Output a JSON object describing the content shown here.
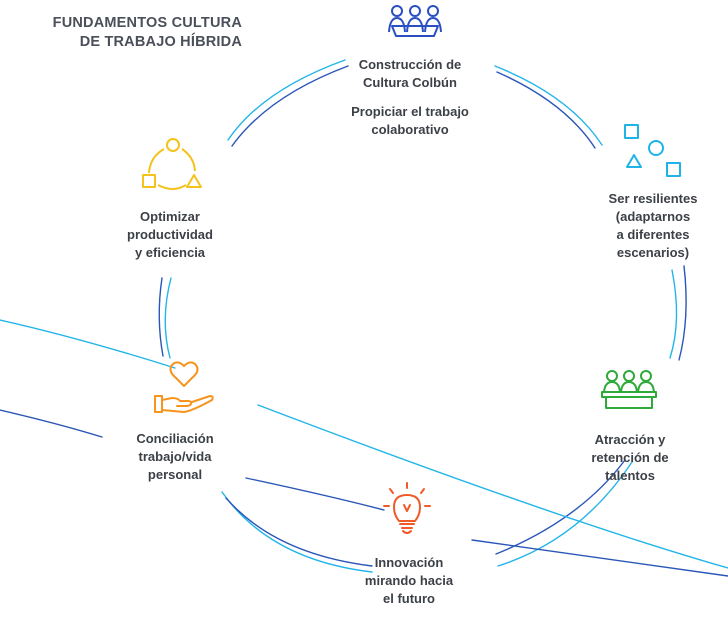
{
  "title": {
    "line1": "FUNDAMENTOS CULTURA",
    "line2": "DE TRABAJO HÍBRIDA"
  },
  "nodes": {
    "construccion": {
      "lines": [
        "Construcción de",
        "Cultura Colbún"
      ],
      "icon": "people-group-icon",
      "color": "#2b4fc2"
    },
    "propiciar": {
      "lines": [
        "Propiciar el trabajo",
        "colaborativo"
      ]
    },
    "resilientes": {
      "lines": [
        "Ser resilientes",
        "(adaptarnos",
        "a diferentes",
        "escenarios)"
      ],
      "icon": "shapes-icon",
      "color": "#1fb3e8"
    },
    "atraccion": {
      "lines": [
        "Atracción y",
        "retención de",
        "talentos"
      ],
      "icon": "audience-icon",
      "color": "#2eaa3b"
    },
    "innovacion": {
      "lines": [
        "Innovación",
        "mirando hacia",
        "el futuro"
      ],
      "icon": "lightbulb-icon",
      "color": "#f05a28"
    },
    "conciliacion": {
      "lines": [
        "Conciliación",
        "trabajo/vida",
        "personal"
      ],
      "icon": "heart-hand-icon",
      "color": "#f7941d"
    },
    "optimizar": {
      "lines": [
        "Optimizar",
        "productividad",
        "y eficiencia"
      ],
      "icon": "cycle-shapes-icon",
      "color": "#f5c21b"
    }
  },
  "colors": {
    "light_line": "#22b5e8",
    "dark_line": "#2a56b8"
  }
}
